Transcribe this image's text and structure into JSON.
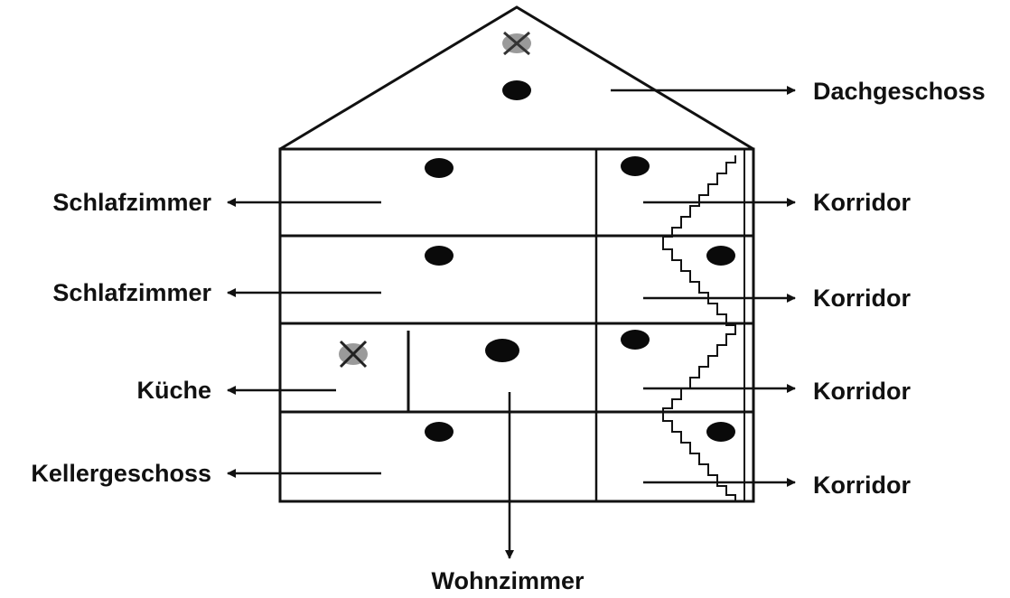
{
  "labels": {
    "dachgeschoss": "Dachgeschoss",
    "schlafzimmer_1": "Schlafzimmer",
    "schlafzimmer_2": "Schlafzimmer",
    "kueche": "Küche",
    "kellergeschoss": "Kellergeschoss",
    "korridor_1": "Korridor",
    "korridor_2": "Korridor",
    "korridor_3": "Korridor",
    "korridor_4": "Korridor",
    "wohnzimmer": "Wohnzimmer"
  },
  "colors": {
    "line": "#111111",
    "smoke_detector": "#0a0a0a",
    "cross_marker": "#8a8a8a"
  },
  "icons": {
    "smoke_detector": "smoke-detector-icon",
    "cross_marker": "cross-marker-icon"
  }
}
